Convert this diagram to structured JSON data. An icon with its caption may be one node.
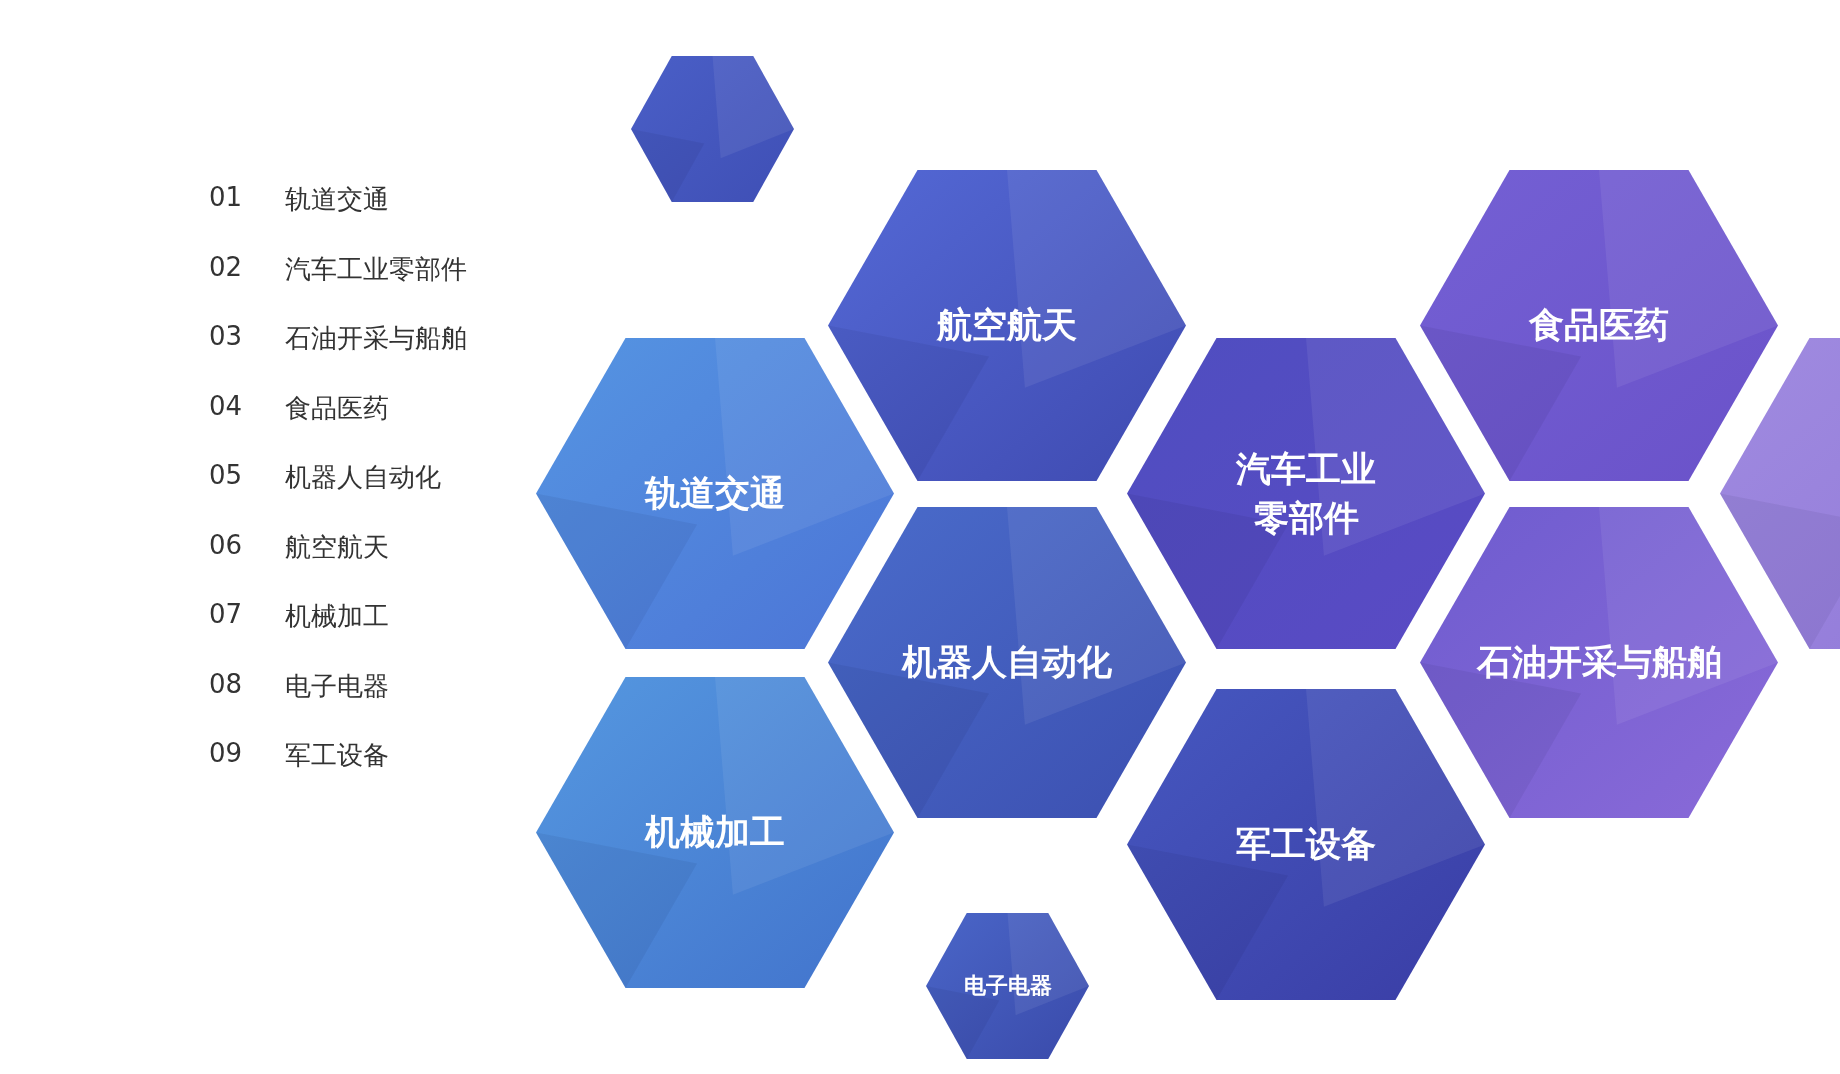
{
  "diagram": {
    "nodes": [
      {
        "text": [],
        "shape": "hexagon"
      },
      {
        "text": [
          "航空航天"
        ]
      },
      {
        "text": [
          "食品医药"
        ]
      },
      {
        "text": [
          "轨道交通"
        ]
      },
      {
        "text": [
          "汽车工业零部件"
        ]
      },
      {
        "text": [],
        "shape": "hexagon"
      },
      {
        "text": [
          "机器人自动化"
        ]
      },
      {
        "text": [
          "石油开采与船舶"
        ]
      },
      {
        "text": [
          "机械加工"
        ]
      },
      {
        "text": [
          "军工设备"
        ]
      },
      {
        "text": [
          "电子电器"
        ]
      }
    ],
    "labels": [
      "01",
      "轨道交通",
      "02",
      "汽车工业零部件",
      "03",
      "石油开采与船舶",
      "04",
      "食品医药",
      "05",
      "机器人自动化",
      "06",
      "航空航天",
      "07",
      "机械加工",
      "08",
      "电子电器",
      "09",
      "军工设备"
    ]
  }
}
